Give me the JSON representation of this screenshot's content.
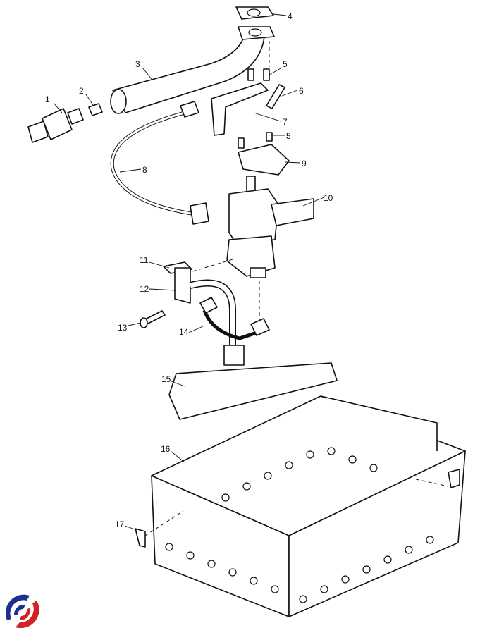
{
  "diagram": {
    "type": "exploded-parts-view",
    "callouts": [
      "1",
      "2",
      "3",
      "4",
      "5",
      "6",
      "7",
      "5",
      "8",
      "9",
      "10",
      "11",
      "12",
      "13",
      "14",
      "15",
      "16",
      "17"
    ]
  },
  "colors": {
    "line": "#111111",
    "logo_blue": "#1f2f8f",
    "logo_red": "#d42027"
  }
}
